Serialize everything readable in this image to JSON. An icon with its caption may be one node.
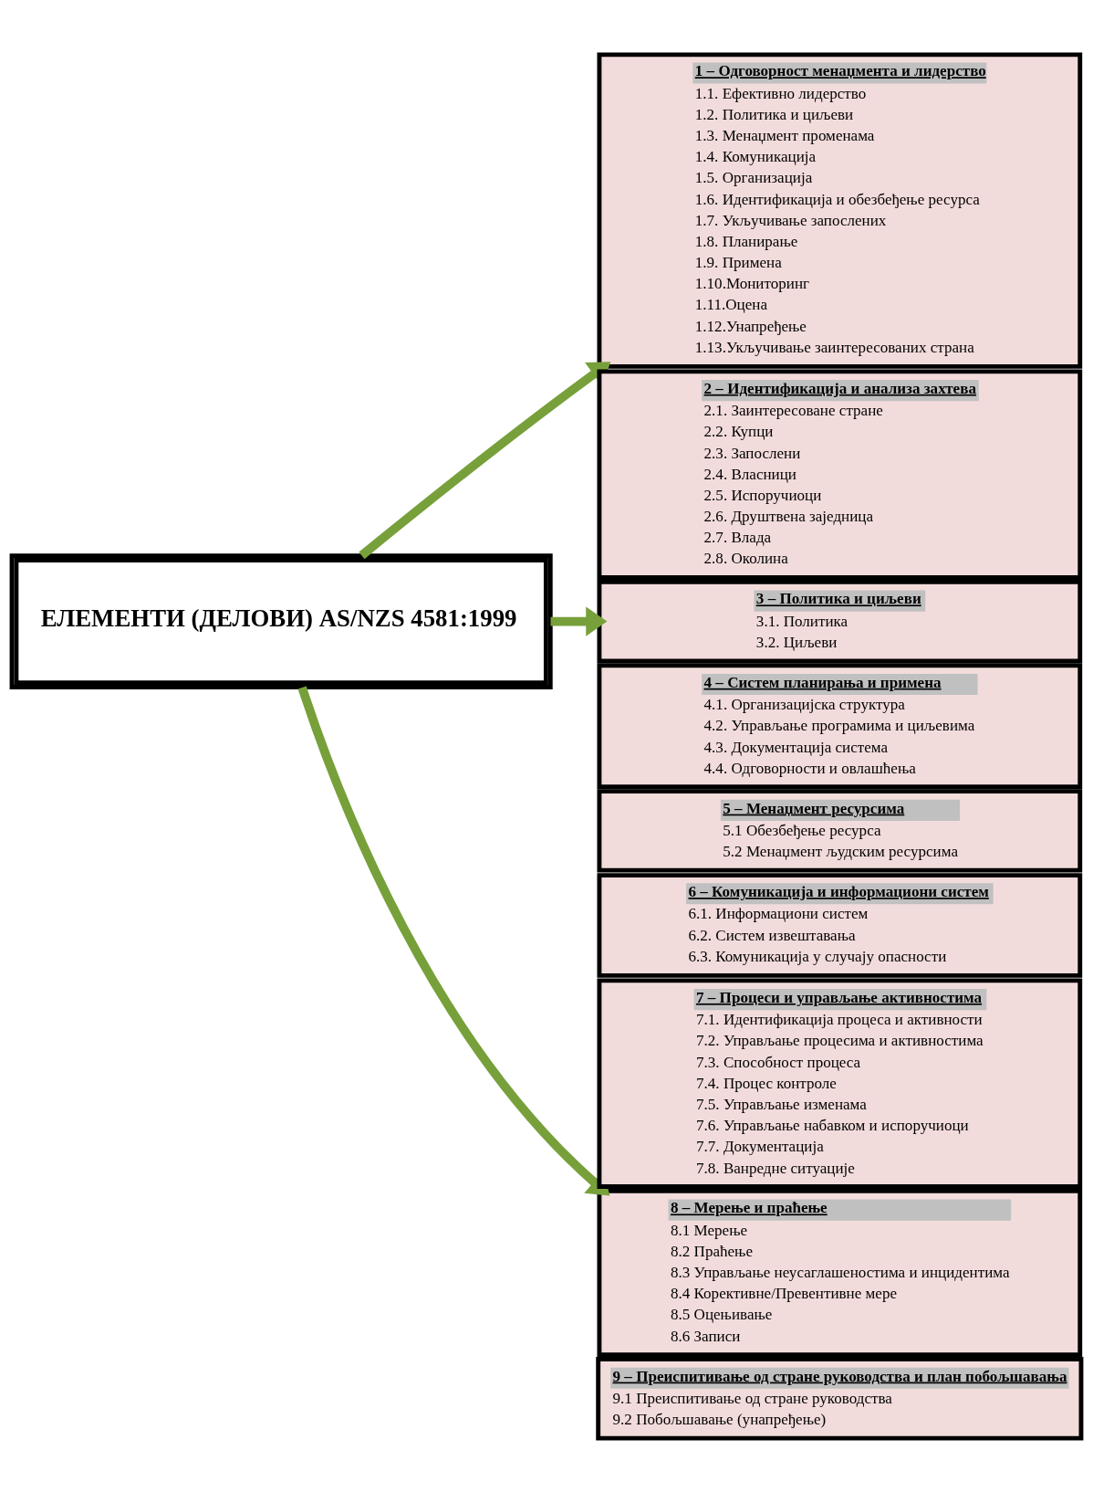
{
  "diagram": {
    "nodes": [
      {
        "text": [
          "ЕЛЕМЕНТИ (ДЕЛОВИ) AS/NZS 4581:1999"
        ]
      },
      {
        "text": [
          "1 – Одговорност менаџмента и лидерство",
          "1.1. Ефективно лидерство",
          "1.2. Политика и циљеви",
          "1.3. Менаџмент променама",
          "1.4. Комуникација",
          "1.5. Организација",
          "1.6. Идентификација и обезбеђење ресурса",
          "1.7. Укључивање запослених",
          "1.8. Планирање",
          "1.9. Примена",
          "1.10.Мониторинг",
          "1.11.Оцена",
          "1.12.Унапређење",
          "1.13.Укључивање заинтересованих страна"
        ]
      },
      {
        "text": [
          "2 – Идентификација и анализа захтева",
          "2.1. Заинтересоване стране",
          "2.2. Купци",
          "2.3. Запослени",
          "2.4. Власници",
          "2.5. Испоручиоци",
          "2.6. Друштвена заједница",
          "2.7. Влада",
          "2.8. Околина"
        ]
      },
      {
        "text": [
          "3 – Политика и циљеви",
          "3.1. Политика",
          "3.2. Циљеви"
        ]
      },
      {
        "text": [
          "4 – Систем планирања и примена",
          "4.1. Организацијска структура",
          "4.2. Управљање програмима и циљевима",
          "4.3. Документација система",
          "4.4. Одговорности и овлашћења"
        ]
      },
      {
        "text": [
          "5 – Менаџмент ресурсима",
          "5.1 Обезбеђење ресурса",
          "5.2 Менаџмент људским ресурсима"
        ]
      },
      {
        "text": [
          "6 – Комуникација и информациони систем",
          "6.1. Информациони систем",
          "6.2. Систем извештавања",
          "6.3. Комуникација у случају опасности"
        ]
      },
      {
        "text": [
          "7 – Процеси и управљање активностима",
          "7.1. Идентификација процеса и активности",
          "7.2. Управљање процесима и активностима",
          "7.3. Способност процеса",
          "7.4. Процес контроле",
          "7.5. Управљање изменама",
          "7.6. Управљање набавком и испоручиоци",
          "7.7. Документација",
          "7.8. Ванредне ситуације"
        ]
      },
      {
        "text": [
          "8 – Мерење и праћење",
          "8.1 Мерење",
          "8.2 Праћење",
          "8.3 Управљање неусаглашеностима и инцидентима",
          "8.4 Корективне/Превентивне мере",
          "8.5 Оцењивање",
          "8.6 Записи"
        ]
      },
      {
        "text": [
          "9 – Преиспитивање од стране руководства и план побољшавања",
          "9.1 Преиспитивање од стране руководства",
          "9.2 Побољшавање (унапређење)"
        ]
      }
    ],
    "edges": [
      {
        "from": 0,
        "to": 1,
        "arrow": "to"
      },
      {
        "from": 0,
        "to": 3,
        "arrow": "to"
      },
      {
        "from": 0,
        "to": 8,
        "arrow": "to"
      }
    ]
  }
}
